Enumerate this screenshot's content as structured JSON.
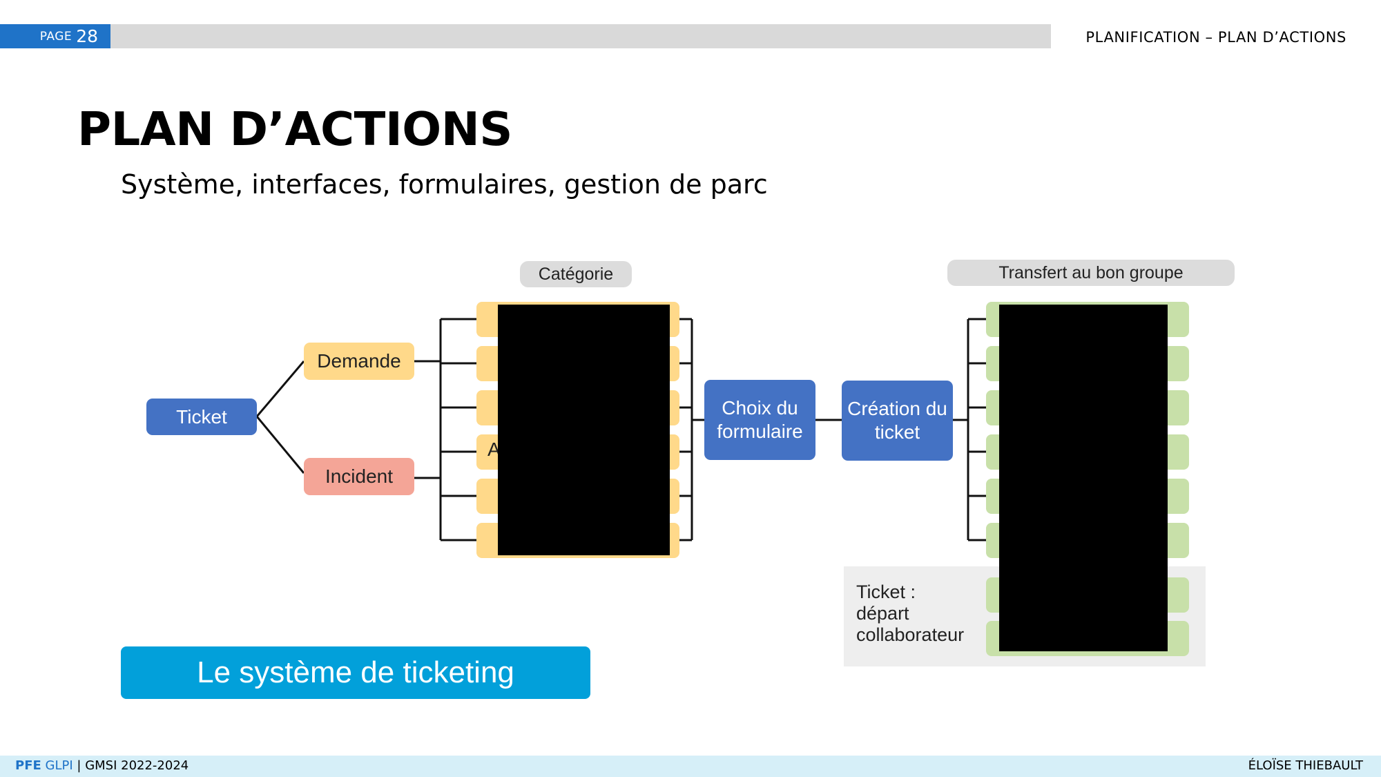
{
  "header": {
    "page_label": "PAGE",
    "page_number": "28",
    "section": "PLANIFICATION – PLAN D’ACTIONS"
  },
  "title": "PLAN D’ACTIONS",
  "subtitle": "Système, interfaces, formulaires, gestion de parc",
  "diagram": {
    "category_header": "Catégorie",
    "transfer_header": "Transfert au bon groupe",
    "root": "Ticket",
    "branches": [
      "Demande",
      "Incident"
    ],
    "category_partial_letter": "A",
    "form_choice": "Choix du formulaire",
    "ticket_creation": "Création du ticket",
    "departure_ticket": [
      "Ticket :",
      "départ",
      "collaborateur"
    ],
    "colors": {
      "node_blue": "#4472c4",
      "demande_yellow": "#ffd98a",
      "incident_salmon": "#f4a597",
      "group_green": "#c8e0a9",
      "header_grey": "#dcdcdc"
    }
  },
  "ticketing_label": "Le système de ticketing",
  "footer": {
    "pfe": "PFE",
    "glpi": "GLPI",
    "course": "| GMSI 2022-2024",
    "author": "ÉLOÏSE THIEBAULT"
  },
  "colors": {
    "accent_blue": "#1f73c8",
    "ticketing_blue": "#02a0da",
    "footer_bg": "#d6eff8"
  }
}
